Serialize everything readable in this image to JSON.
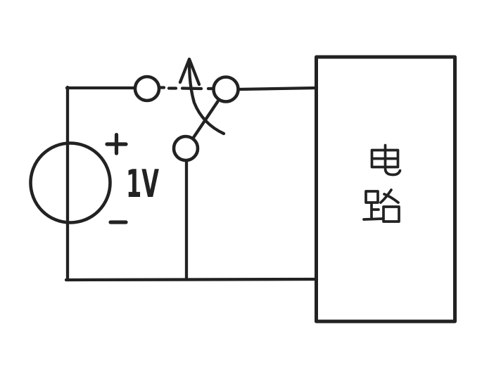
{
  "canvas": {
    "background": "#ffffff",
    "ink_color": "#222222",
    "kind": "hand-drawn circuit sketch"
  },
  "voltage_source": {
    "value": "1V",
    "positive_terminal": "+",
    "negative_terminal": "-"
  },
  "switch": {
    "contacts": [
      "top-left-contact",
      "top-right-contact",
      "pole-contact"
    ],
    "throw_arrow_icon": "curved-up-arrow",
    "open_path_style": "dashed"
  },
  "circuit_box": {
    "label": "电路",
    "char_top": "电",
    "char_bottom": "路"
  }
}
